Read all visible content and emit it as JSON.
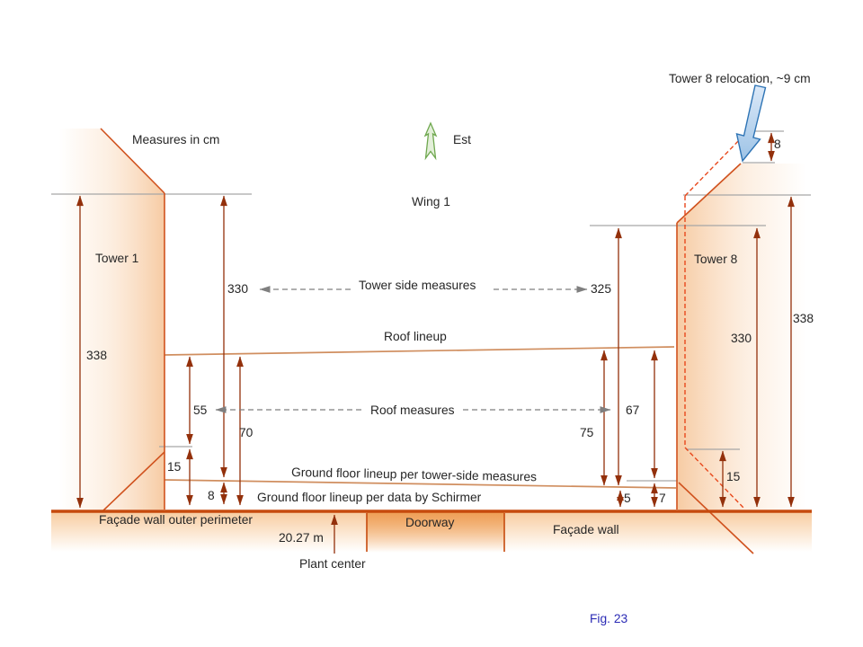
{
  "labels": {
    "units": "Measures in cm",
    "compass": "Est",
    "wing": "Wing 1",
    "relocation": "Tower 8 relocation, ~9 cm",
    "tower1": "Tower 1",
    "tower8": "Tower 8",
    "tower_side_measures": "Tower side measures",
    "roof_lineup": "Roof lineup",
    "roof_measures": "Roof measures",
    "ground_tower_side": "Ground floor lineup per tower-side measures",
    "ground_schirmer": "Ground floor lineup per data by Schirmer",
    "facade_outer": "Façade wall outer perimeter",
    "doorway": "Doorway",
    "facade_wall": "Façade wall",
    "plant_width": "20.27 m",
    "plant_center": "Plant center",
    "fig": "Fig. 23"
  },
  "dims": {
    "t1_338": "338",
    "t1_330": "330",
    "t1_55": "55",
    "t1_70": "70",
    "t1_15": "15",
    "t1_8": "8",
    "t8_325": "325",
    "t8_330": "330",
    "t8_338": "338",
    "t8_75": "75",
    "t8_67": "67",
    "t8_15": "15",
    "t8_5": "5",
    "t8_7": "7",
    "t8_8": "8"
  },
  "colors": {
    "structure_orange": "#D0521E",
    "facade_line": "#C64A0D",
    "dimension_brown": "#93300B",
    "reference_gray": "#A6A6A6",
    "lineup_tan": "#D08E5F",
    "relocation_dashed_red": "#E8481C",
    "relocation_arrow_blue": "#BDD7EE",
    "compass_green": "#6FA84F",
    "caption_blue": "#2B2BB5"
  }
}
